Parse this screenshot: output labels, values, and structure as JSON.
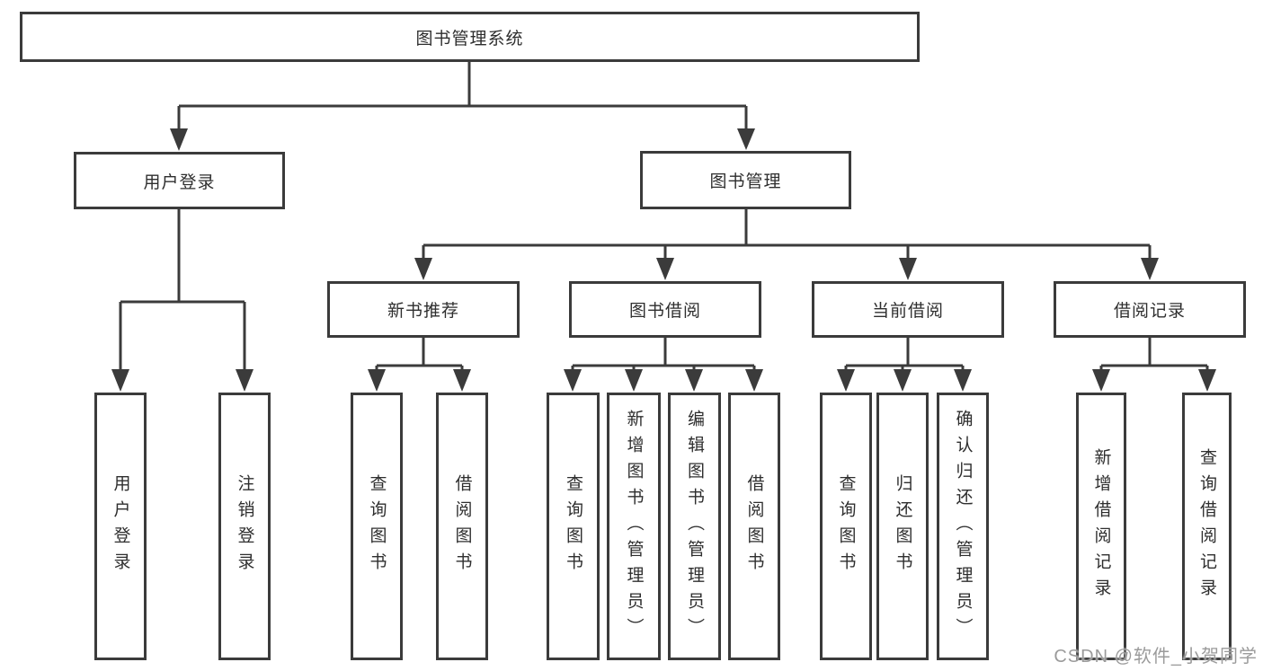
{
  "colors": {
    "line": "#3b3b3b",
    "box_border": "#3b3b3b",
    "text": "#2e2e2e",
    "watermark": "#9b9b9b",
    "background": "#ffffff"
  },
  "tree": {
    "root": "图书管理系统",
    "user_login": {
      "label": "用户登录",
      "children": {
        "login": "用户登录",
        "logout": "注销登录"
      }
    },
    "book_management": {
      "label": "图书管理",
      "sections": {
        "new_book_recommend": {
          "label": "新书推荐",
          "children": {
            "query_books": "查询图书",
            "borrow_books": "借阅图书"
          }
        },
        "book_borrowing": {
          "label": "图书借阅",
          "children": {
            "query_books": "查询图书",
            "add_books": "新增图书（管理员）",
            "edit_books": "编辑图书（管理员）",
            "borrow_books": "借阅图书"
          }
        },
        "current_borrowing": {
          "label": "当前借阅",
          "children": {
            "query_books": "查询图书",
            "return_books": "归还图书",
            "confirm_return": "确认归还（管理员）"
          }
        },
        "borrowing_records": {
          "label": "借阅记录",
          "children": {
            "add_record": "新增借阅记录",
            "query_record": "查询借阅记录"
          }
        }
      }
    }
  },
  "watermark": {
    "text": "CSDN @软件_小贺同学"
  }
}
